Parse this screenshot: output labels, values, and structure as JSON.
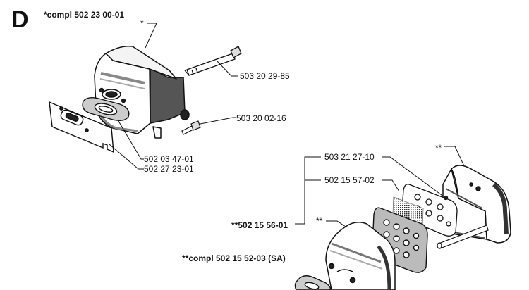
{
  "section_letter": "D",
  "assembly_top": "*compl 502 23 00-01",
  "marker_single": "*",
  "marker_double_1": "**",
  "marker_double_2": "**",
  "parts": {
    "bolt_long": "503 20 29-85",
    "screw_small": "503 20 02-16",
    "gasket_1": "502 03 47-01",
    "plate_1": "502 27 23-01",
    "spark_arrestor_1": "503 21 27-10",
    "spark_arrestor_2": "502 15 57-02",
    "kit": "**502 15 56-01",
    "assembly_sa": "**compl 502 15 52-03 (SA)"
  }
}
